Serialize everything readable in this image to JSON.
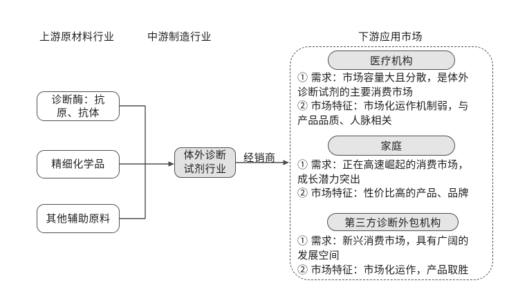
{
  "headers": {
    "upstream": "上游原材料行业",
    "midstream": "中游制造行业",
    "downstream": "下游应用市场"
  },
  "upstream": {
    "boxes": [
      {
        "lines": [
          "诊断酶：抗",
          "原、抗体"
        ]
      },
      {
        "lines": [
          "精细化学品"
        ]
      },
      {
        "lines": [
          "其他辅助原料"
        ]
      }
    ]
  },
  "midstream": {
    "box_lines": [
      "体外诊断",
      "试剂行业"
    ]
  },
  "flow": {
    "distributor_label": "经销商"
  },
  "downstream": {
    "sections": [
      {
        "title": "医疗机构",
        "lines": [
          "① 需求：市场容量大且分散，是体外",
          "诊断试剂的主要消费市场",
          "② 市场特征：市场化运作机制弱，与",
          "产品品质、人脉相关"
        ]
      },
      {
        "title": "家庭",
        "lines": [
          "① 需求：正在高速崛起的消费市场，",
          "成长潜力突出",
          "② 市场特征：性价比高的产品、品牌"
        ]
      },
      {
        "title": "第三方诊断外包机构",
        "lines": [
          "① 需求：新兴消费市场，具有广阔的",
          "发展空间",
          "② 市场特征：市场化运作，产品取胜"
        ]
      }
    ]
  },
  "colors": {
    "line": "#4d4d4d",
    "grey_fill": "#e2e2e2",
    "text": "#1f1f1f"
  }
}
